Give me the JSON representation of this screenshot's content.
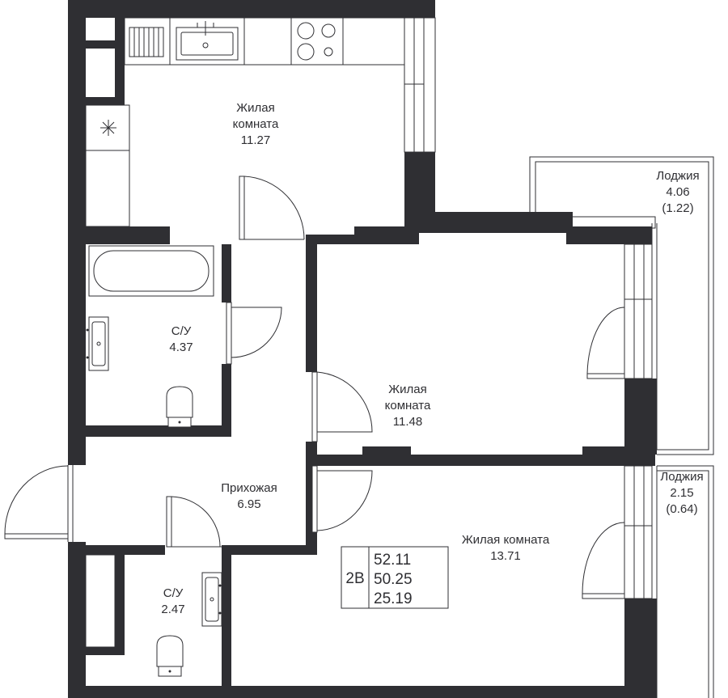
{
  "rooms": {
    "living1": {
      "name_l1": "Жилая",
      "name_l2": "комната",
      "area": "11.27"
    },
    "loggia1": {
      "name": "Лоджия",
      "area": "4.06",
      "coef": "(1.22)"
    },
    "bath1": {
      "name": "С/У",
      "area": "4.37"
    },
    "living2": {
      "name_l1": "Жилая",
      "name_l2": "комната",
      "area": "11.48"
    },
    "loggia2": {
      "name": "Лоджия",
      "area": "2.15",
      "coef": "(0.64)"
    },
    "hall": {
      "name": "Прихожая",
      "area": "6.95"
    },
    "living3": {
      "name": "Жилая комната",
      "area": "13.71"
    },
    "bath2": {
      "name": "С/У",
      "area": "2.47"
    }
  },
  "summary": {
    "type": "2В",
    "total": "52.11",
    "area_no_loggia": "50.25",
    "living": "25.19"
  }
}
